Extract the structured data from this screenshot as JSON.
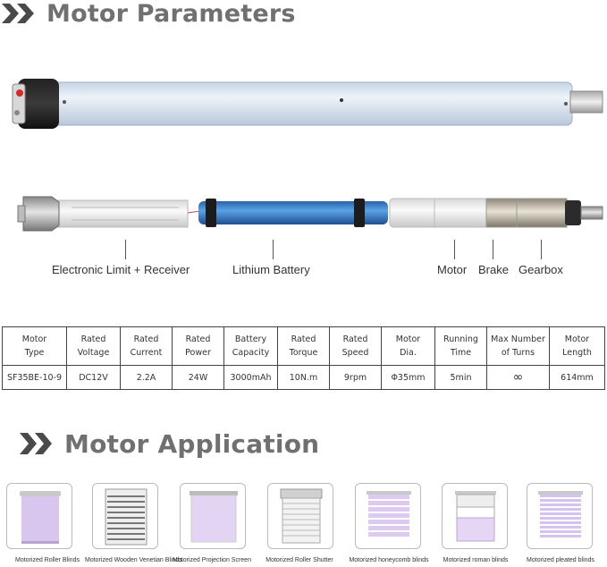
{
  "headers": {
    "parameters": "Motor Parameters",
    "application": "Motor Application"
  },
  "parts": {
    "electronic_limit": "Electronic Limit + Receiver",
    "battery": "Lithium Battery",
    "motor": "Motor",
    "brake": "Brake",
    "gearbox": "Gearbox"
  },
  "table": {
    "headers": [
      [
        "Motor",
        "Type"
      ],
      [
        "Rated",
        "Voltage"
      ],
      [
        "Rated",
        "Current"
      ],
      [
        "Rated",
        "Power"
      ],
      [
        "Battery",
        "Capacity"
      ],
      [
        "Rated",
        "Torque"
      ],
      [
        "Rated",
        "Speed"
      ],
      [
        "Motor",
        "Dia."
      ],
      [
        "Running",
        "Time"
      ],
      [
        "Max Number",
        "of Turns"
      ],
      [
        "Motor",
        "Length"
      ]
    ],
    "values": [
      "SF35BE-10-9",
      "DC12V",
      "2.2A",
      "24W",
      "3000mAh",
      "10N.m",
      "9rpm",
      "Φ35mm",
      "5min",
      "∞",
      "614mm"
    ]
  },
  "applications": [
    "Motorized Roller Blinds",
    "Motorized Wooden Venetian Blinds",
    "Motorized Projection Screen",
    "Motorized Roller Shutter",
    "Motorized honeycomb blinds",
    "Motorized roman blinds",
    "Motorized pleated blinds"
  ],
  "colors": {
    "header_text": "#707070",
    "tube": "#dde7f3",
    "battery": "#3b82c8",
    "motor_head": "#d42a2a"
  }
}
